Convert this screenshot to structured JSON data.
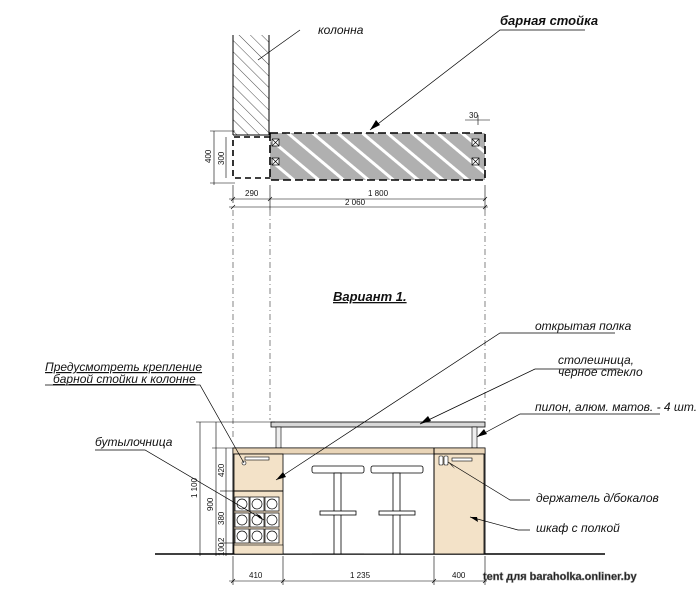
{
  "labels": {
    "column": "колонна",
    "bar_counter": "барная стойка",
    "variant": "Вариант 1.",
    "open_shelf": "открытая полка",
    "tabletop_1": "столешница,",
    "tabletop_2": "черное стекло",
    "pylon": "пилон, алюм. матов. - 4 шт.",
    "mount_1": "Предусмотреть крепление",
    "mount_2": "барной стойки к колонне",
    "bottle_rack": "бутылочница",
    "glass_holder": "держатель д/бокалов",
    "cabinet": "шкаф с полкой"
  },
  "plan_dims": {
    "d30": "30",
    "d400": "400",
    "d300": "300",
    "d290": "290",
    "d1800": "1 800",
    "d2060": "2 060"
  },
  "elev_dims": {
    "d420": "420",
    "d1100": "1 100",
    "d900": "900",
    "d380": "380",
    "d100": "100",
    "d2": "2",
    "d410": "410",
    "d1235": "1 235",
    "d400b": "400"
  },
  "watermark": "tent для baraholka.onliner.by"
}
